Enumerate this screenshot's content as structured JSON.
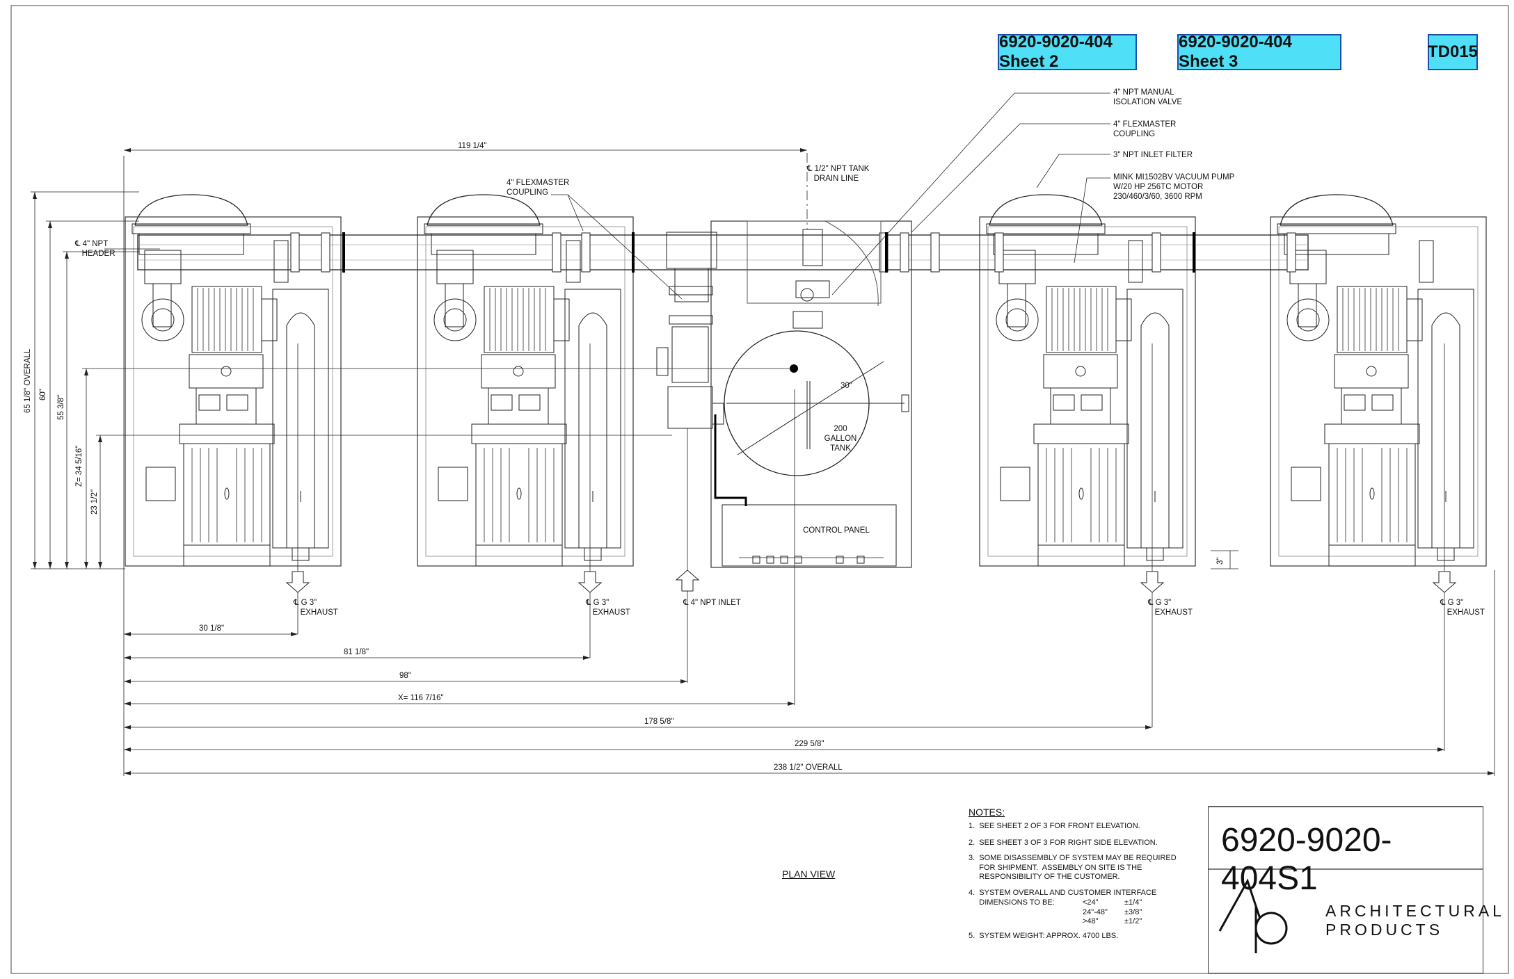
{
  "header_links": [
    {
      "label": "6920-9020-404 Sheet 2"
    },
    {
      "label": "6920-9020-404 Sheet 3"
    },
    {
      "label": "TD015"
    }
  ],
  "callouts": {
    "isolation_valve": "4\" NPT MANUAL\nISOLATION VALVE",
    "flexmaster_right": "4\" FLEXMASTER\nCOUPLING",
    "inlet_filter": "3\" NPT INLET FILTER",
    "pump": "MINK MI1502BV VACUUM PUMP\nW/20 HP 256TC MOTOR\n230/460/3/60, 3600 RPM",
    "flexmaster_left": "4\" FLEXMASTER\nCOUPLING",
    "tank_drain": "℄ 1/2\" NPT TANK\n   DRAIN LINE",
    "header": "℄ 4\" NPT\n   HEADER",
    "tank_diameter": "30\"",
    "tank_label": "200\nGALLON\nTANK",
    "control_panel": "CONTROL PANEL",
    "exhaust": "℄ G 3\"\n   EXHAUST",
    "inlet": "℄ 4\" NPT INLET"
  },
  "dimensions": {
    "top_span": "119 1/4\"",
    "overall_height": "65 1/8\"  OVERALL",
    "h_60": "60\"",
    "h_55": "55 3/8\"",
    "z": "Z= 34 5/16\"",
    "h_23": "23 1/2\"",
    "offset_3": "3\"",
    "d_30": "30 1/8\"",
    "d_81": "81 1/8\"",
    "d_98": "98\"",
    "x": "X= 116 7/16\"",
    "d_178": "178 5/8\"",
    "d_229": "229 5/8\"",
    "overall_width": "238 1/2\"  OVERALL"
  },
  "view_title": "PLAN VIEW",
  "notes": {
    "title": "NOTES:",
    "n1": "1.  SEE SHEET 2 OF 3 FOR FRONT ELEVATION.",
    "n2": "2.  SEE SHEET 3 OF 3 FOR RIGHT SIDE ELEVATION.",
    "n3": "3.  SOME DISASSEMBLY OF SYSTEM MAY BE REQUIRED\n     FOR SHIPMENT.  ASSEMBLY ON SITE IS THE\n     RESPONSIBILITY OF THE CUSTOMER.",
    "n4": "4.  SYSTEM OVERALL AND CUSTOMER INTERFACE\n     DIMENSIONS TO BE:",
    "n4_ranges": "<24\"\n24\"-48\"\n>48\"",
    "n4_tols": "±1/4\"\n±3/8\"\n±1/2\"",
    "n5": "5.  SYSTEM WEIGHT: APPROX. 4700 LBS."
  },
  "title_block": {
    "drawing_number": "6920-9020-404S1",
    "logo": "Ap",
    "company": "ARCHITECTURAL\nPRODUCTS"
  }
}
